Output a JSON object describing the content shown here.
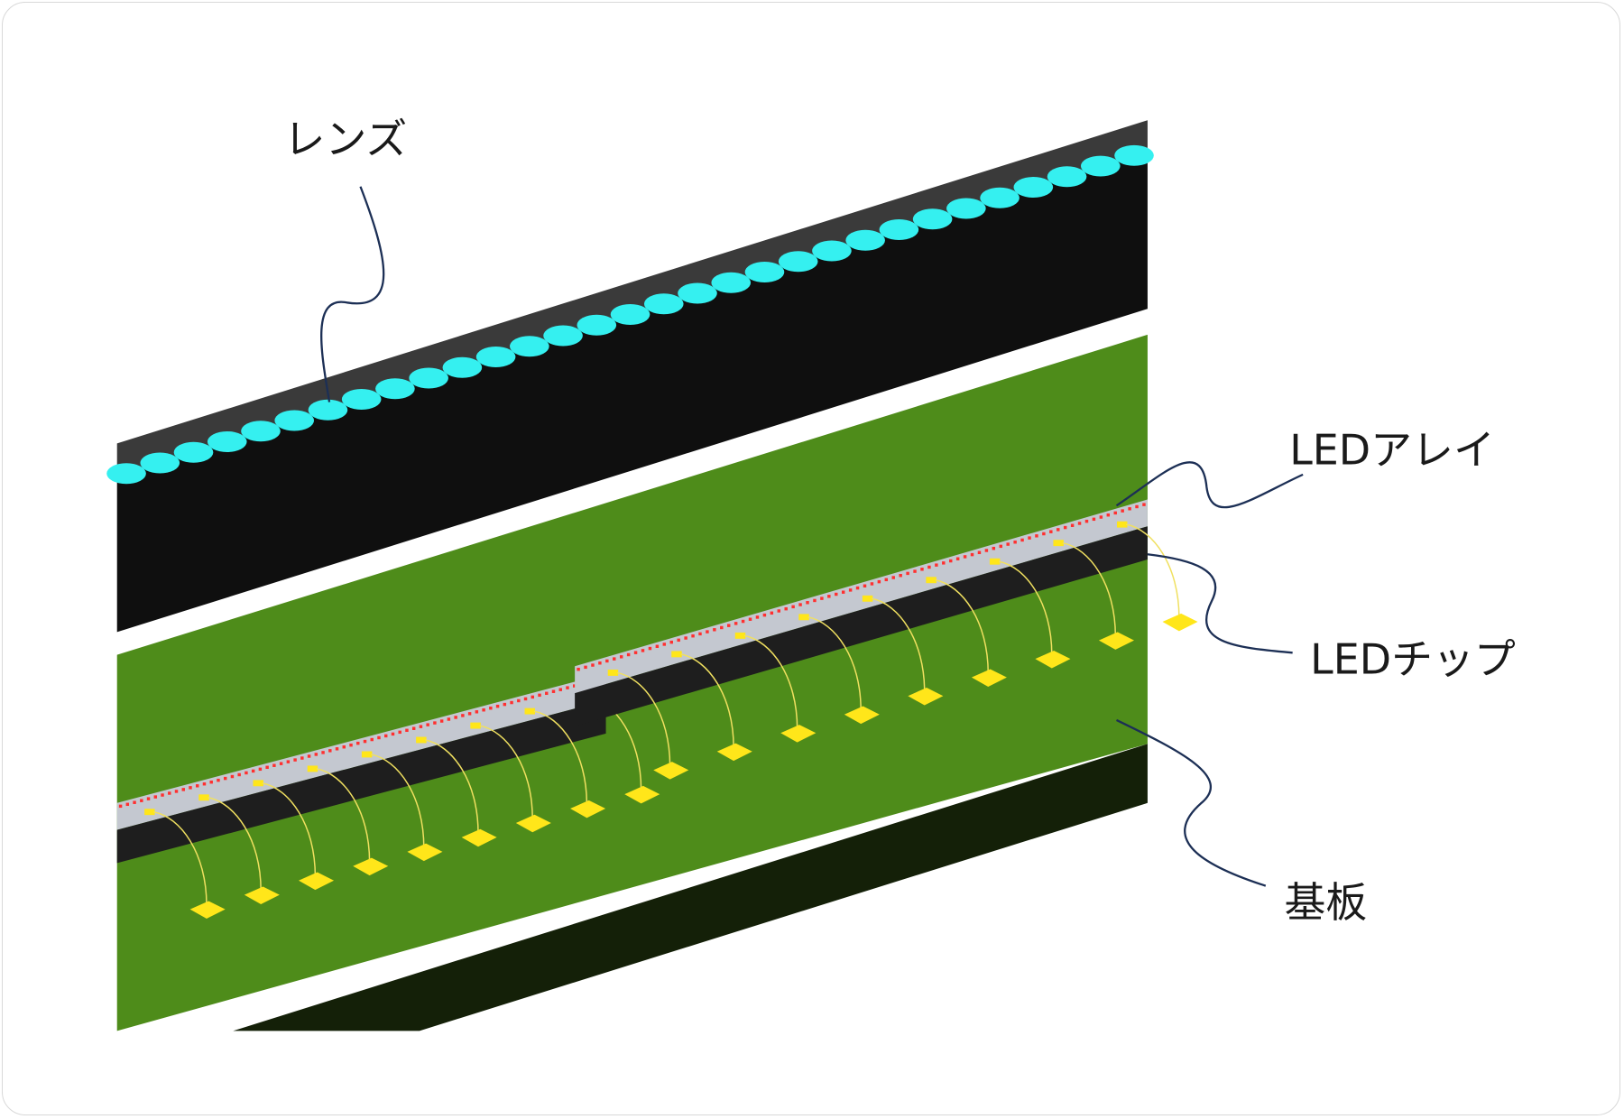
{
  "labels": {
    "lens": "レンズ",
    "led_array": "LEDアレイ",
    "led_chip": "LEDチップ",
    "substrate": "基板"
  },
  "colors": {
    "lens": "#35f0f0",
    "lens_holder_top": "#3a3a3a",
    "lens_holder_front": "#0f0f0f",
    "substrate_top": "#4e8c1a",
    "substrate_front": "#142008",
    "array_top": "#c4c8d0",
    "array_front": "#1e1e1e",
    "led_dot": "#ff3030",
    "pad": "#ffe61a",
    "wire": "#f0e060",
    "leader": "#1c2f55"
  },
  "lens_count": 31
}
